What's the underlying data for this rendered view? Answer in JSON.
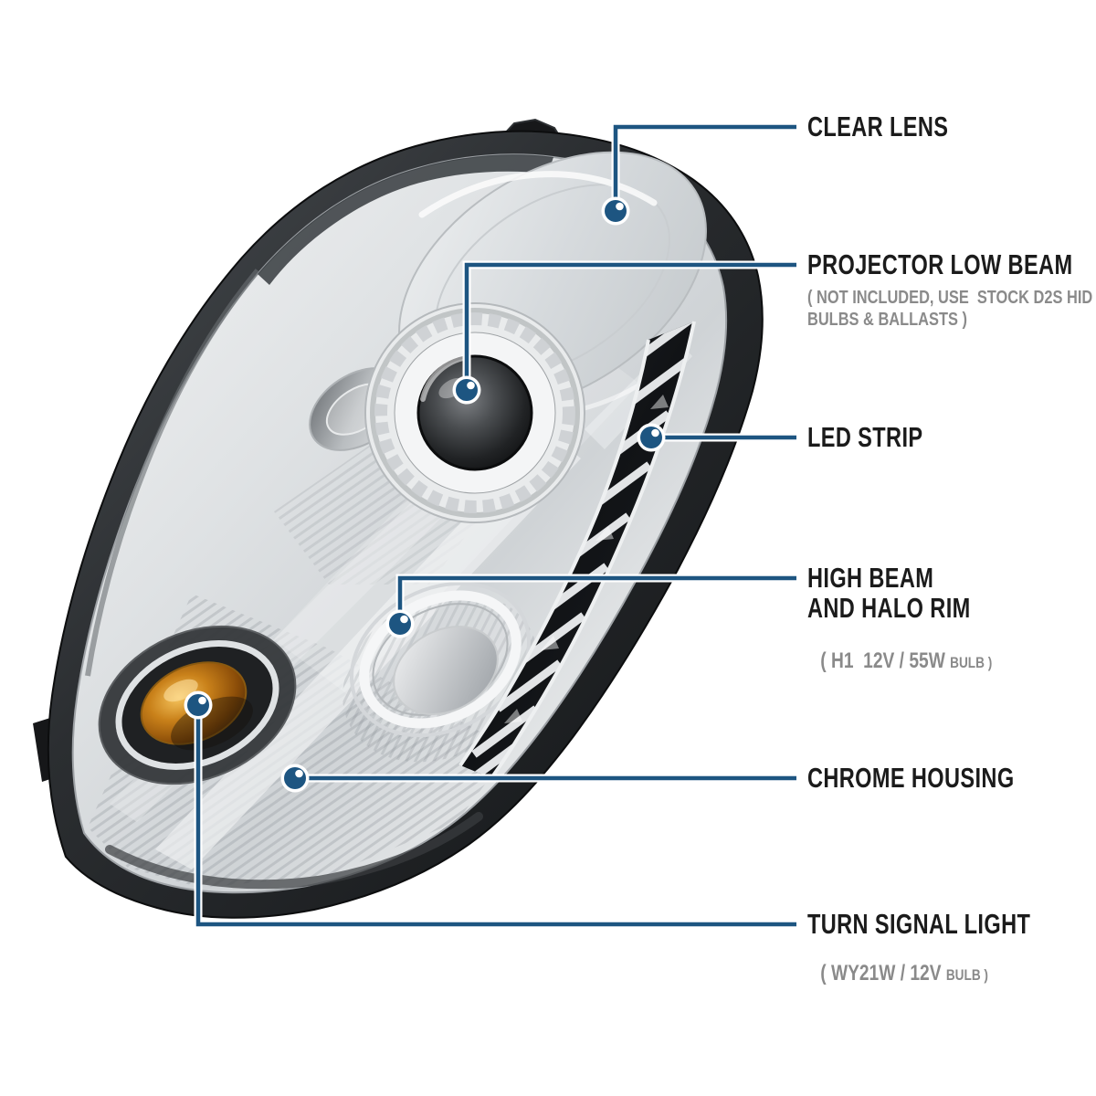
{
  "style": {
    "accent": "#1d5581",
    "heading_color": "#1b1b1b",
    "subtext_color": "#8a8a8a",
    "background": "#ffffff",
    "amber": "#c9811a",
    "chrome_light": "#e9ebec",
    "chrome_dark": "#45494d"
  },
  "callouts": {
    "clear_lens": {
      "title": "CLEAR LENS"
    },
    "projector_low_beam": {
      "title": "PROJECTOR LOW BEAM",
      "sub1": "( NOT INCLUDED, USE  STOCK D2S HID",
      "sub2": "BULBS & BALLASTS )"
    },
    "led_strip": {
      "title": "LED STRIP"
    },
    "high_beam": {
      "title1": "HIGH BEAM",
      "title2": "AND HALO RIM",
      "sub_main": "( H1  12V / 55W ",
      "sub_small": "BULB )"
    },
    "chrome_housing": {
      "title": "CHROME HOUSING"
    },
    "turn_signal": {
      "title": "TURN SIGNAL LIGHT",
      "sub_main": "( WY21W / 12V ",
      "sub_small": "BULB )"
    }
  }
}
